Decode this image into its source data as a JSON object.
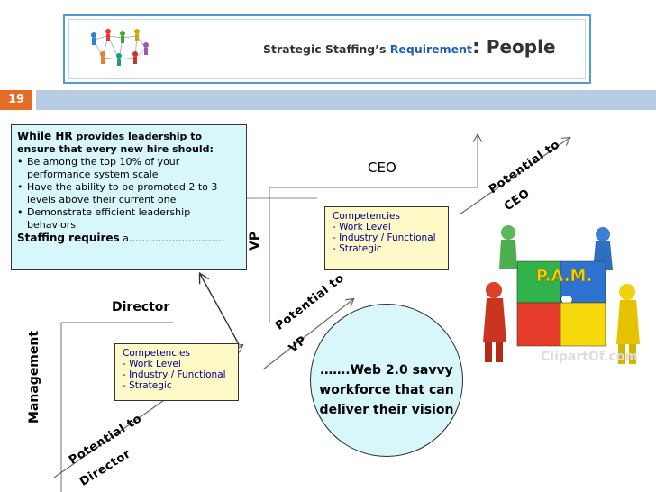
{
  "header": {
    "title_prefix": "Strategic Staffing’s ",
    "title_requirement": "Requirement",
    "title_colon": ":",
    "title_people": " People"
  },
  "slide_number": "19",
  "intro": {
    "lead_while": "While HR",
    "lead_rest": " provides leadership to ensure that every new hire should:",
    "bullets": [
      "Be among the top 10% of your performance system scale",
      "Have the ability to be promoted 2 to 3 levels above their current one",
      "Demonstrate efficient leadership behaviors"
    ],
    "staffing_label": "Staffing requires",
    "staffing_rest": " a……………………….."
  },
  "levels": {
    "management": "Management",
    "director": "Director",
    "vp": "VP",
    "ceo": "CEO"
  },
  "potentials": {
    "director_line1": "Potential to",
    "director_line2": "Director",
    "vp_line1": "Potential to",
    "vp_line2": "VP",
    "ceo_line1": "Potential to",
    "ceo_line2": "CEO"
  },
  "competencies_1": {
    "title": "Competencies",
    "items": [
      "- Work Level",
      "- Industry / Functional",
      "- Strategic"
    ]
  },
  "competencies_2": {
    "title": "Competencies",
    "items": [
      "- Work Level",
      "- Industry / Functional",
      "- Strategic"
    ]
  },
  "vision": {
    "line1": "…….Web 2.0 savvy",
    "line2": "workforce that can",
    "line3": "deliver their vision"
  },
  "puzzle_label": "P.A.M.",
  "watermark": "ClipartOf.com",
  "colors": {
    "header_border": "#4f9bd5",
    "slide_number_bg": "#e46c24",
    "slide_bar": "#b8cce4",
    "cyan_box": "#d8f7fb",
    "yellow_box": "#fff9c7",
    "competency_text": "#00008b",
    "requirement_text": "#1f5fae"
  }
}
